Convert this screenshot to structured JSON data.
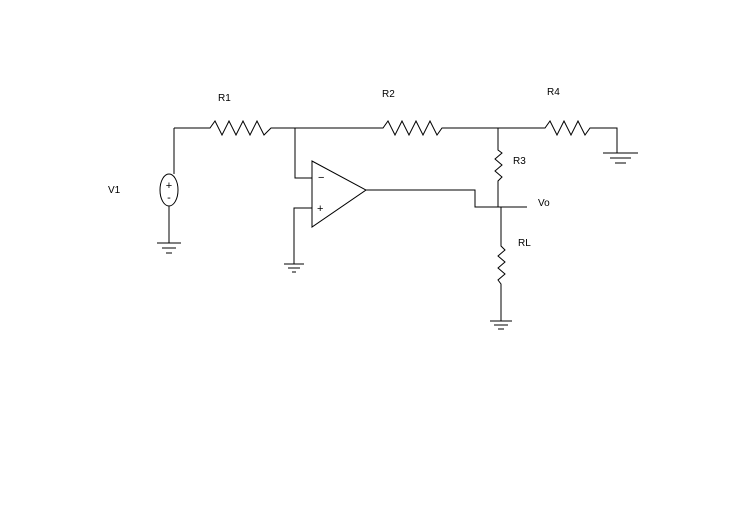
{
  "labels": {
    "v1": "V1",
    "r1": "R1",
    "r2": "R2",
    "r3": "R3",
    "r4": "R4",
    "rl": "RL",
    "vo": "Vo"
  },
  "opamp": {
    "inverting": "−",
    "noninverting": "+"
  },
  "source": {
    "plus": "+",
    "minus": "-"
  }
}
